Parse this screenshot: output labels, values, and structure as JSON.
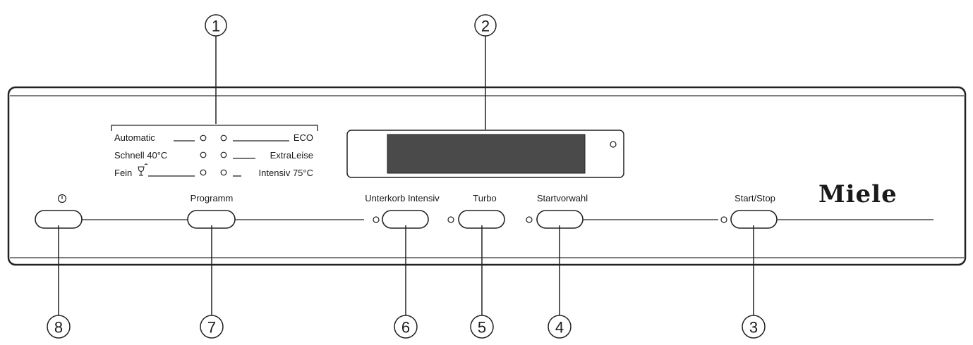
{
  "panel": {
    "brand": "Miele",
    "program_list": {
      "left": [
        "Automatic",
        "Schnell 40°C",
        "Fein"
      ],
      "right": [
        "ECO",
        "ExtraLeise",
        "Intensiv 75°C"
      ],
      "fein_icon": "wine-glass-icon"
    },
    "buttons": {
      "power_icon": "power-icon",
      "programm": "Programm",
      "unterkorb": "Unterkorb Intensiv",
      "turbo": "Turbo",
      "startvorwahl": "Startvorwahl",
      "startstop": "Start/Stop"
    }
  },
  "callouts": [
    "1",
    "2",
    "3",
    "4",
    "5",
    "6",
    "7",
    "8"
  ]
}
